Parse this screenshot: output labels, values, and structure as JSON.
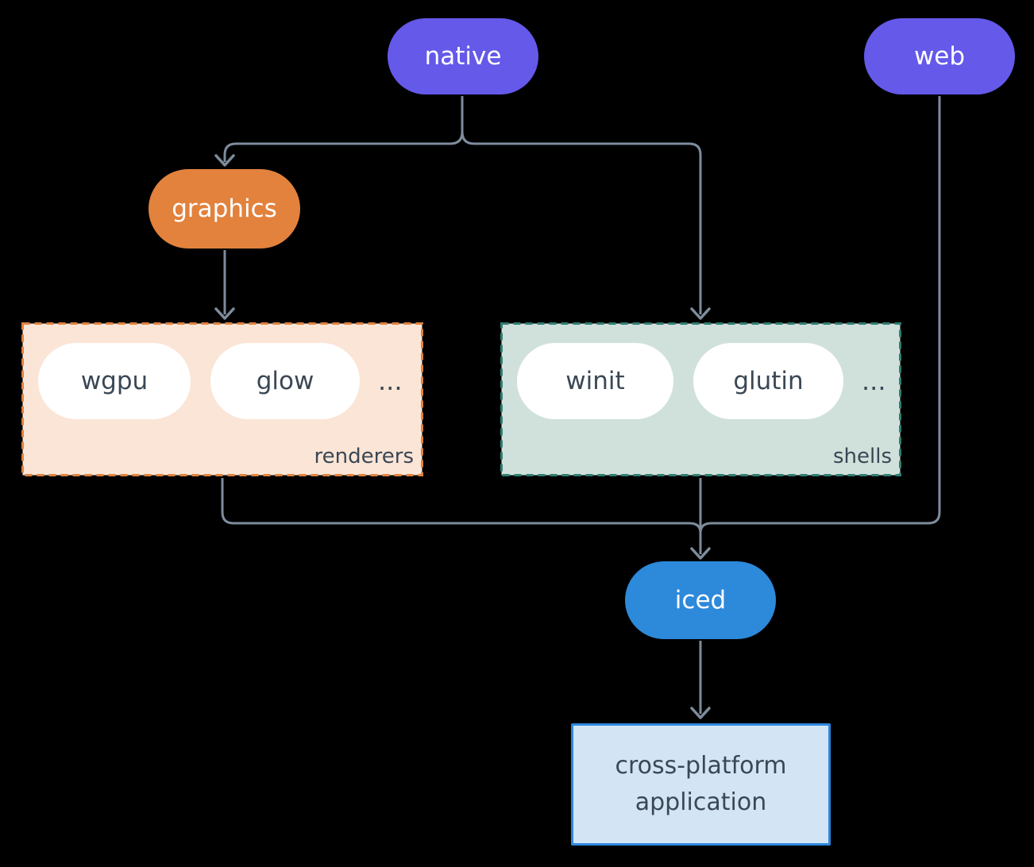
{
  "canvas": {
    "background": "#000000",
    "line_color": "#7e8c9c"
  },
  "nodes": {
    "native": {
      "label": "native",
      "fill": "#6459e9",
      "text_color": "#ffffff"
    },
    "web": {
      "label": "web",
      "fill": "#6459e9",
      "text_color": "#ffffff"
    },
    "graphics": {
      "label": "graphics",
      "fill": "#e2823d",
      "text_color": "#ffffff"
    },
    "iced": {
      "label": "iced",
      "fill": "#2d89da",
      "text_color": "#ffffff"
    },
    "application": {
      "label": "cross-platform application",
      "fill": "#d3e5f5",
      "border": "#2d87dc",
      "text_color": "#3a4755"
    }
  },
  "groups": {
    "renderers": {
      "label": "renderers",
      "fill": "#fbe5d6",
      "border": "#e0823f",
      "items": [
        "wgpu",
        "glow"
      ],
      "more": "...",
      "item_fill": "#ffffff",
      "item_text_color": "#3a4755"
    },
    "shells": {
      "label": "shells",
      "fill": "#d0e1db",
      "border": "#2f7e72",
      "items": [
        "winit",
        "glutin"
      ],
      "more": "...",
      "item_fill": "#ffffff",
      "item_text_color": "#3a4755"
    }
  },
  "edges": [
    {
      "from": "native",
      "to": "graphics"
    },
    {
      "from": "native",
      "to": "shells"
    },
    {
      "from": "graphics",
      "to": "renderers"
    },
    {
      "from": "web",
      "to": "iced"
    },
    {
      "from": "renderers",
      "to": "iced"
    },
    {
      "from": "shells",
      "to": "iced"
    },
    {
      "from": "iced",
      "to": "application"
    }
  ]
}
